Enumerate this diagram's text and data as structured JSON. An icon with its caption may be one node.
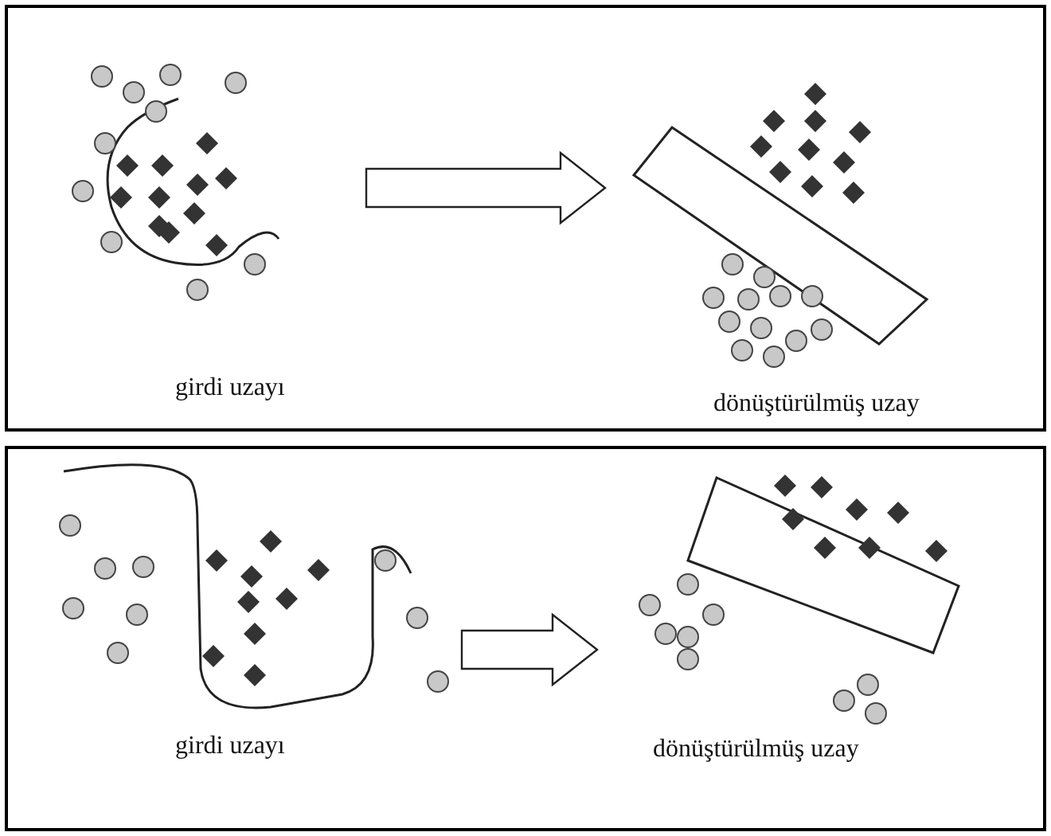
{
  "diagram": {
    "nodes": [
      {
        "text": [],
        "shape": "box"
      },
      {
        "text": [
          "girdi uzayı"
        ],
        "in": 0
      },
      {
        "text": [
          "dönüştürülmüş uzay"
        ],
        "in": 0
      },
      {
        "text": [],
        "shape": "box"
      },
      {
        "text": [
          "girdi uzayı"
        ],
        "in": 3
      },
      {
        "text": [
          "dönüştürülmüş uzay"
        ],
        "in": 3
      }
    ],
    "edges": [
      {
        "from": 1,
        "to": 2,
        "arrow": "to"
      },
      {
        "from": 4,
        "to": 5,
        "arrow": "to"
      }
    ]
  }
}
